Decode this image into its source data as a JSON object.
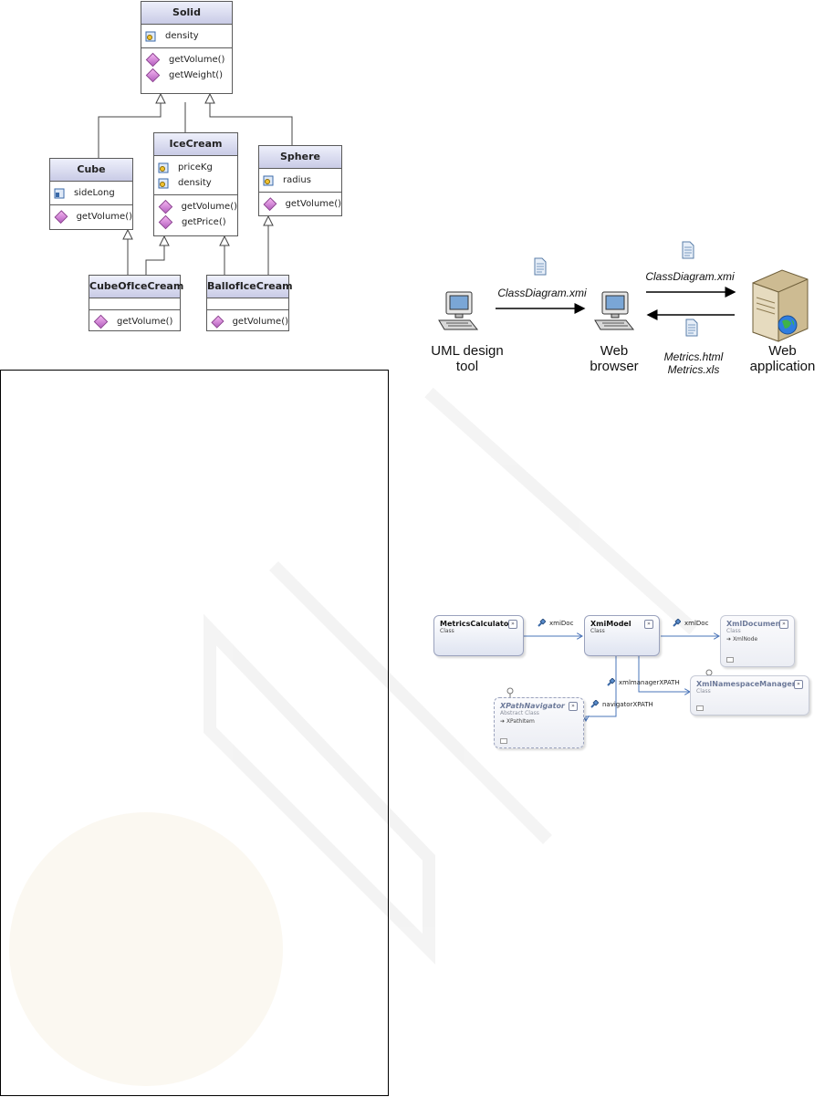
{
  "uml_diagram": {
    "solid": {
      "name": "Solid",
      "attributes": [
        "density"
      ],
      "operations": [
        "getVolume()",
        "getWeight()"
      ]
    },
    "cube": {
      "name": "Cube",
      "attributes": [
        "sideLong"
      ],
      "operations": [
        "getVolume()"
      ]
    },
    "icecream": {
      "name": "IceCream",
      "attributes": [
        "priceKg",
        "density"
      ],
      "operations": [
        "getVolume()",
        "getPrice()"
      ]
    },
    "sphere": {
      "name": "Sphere",
      "attributes": [
        "radius"
      ],
      "operations": [
        "getVolume()"
      ]
    },
    "cubeoficecream": {
      "name": "CubeOfIceCream",
      "operations": [
        "getVolume()"
      ]
    },
    "balloficecream": {
      "name": "BallofIceCream",
      "operations": [
        "getVolume()"
      ]
    }
  },
  "architecture": {
    "uml_tool_line1": "UML design",
    "uml_tool_line2": "tool",
    "browser_line1": "Web",
    "browser_line2": "browser",
    "app_line1": "Web",
    "app_line2": "application",
    "file_to_browser": "ClassDiagram.xmi",
    "file_to_app": "ClassDiagram.xmi",
    "result_line1": "Metrics.html",
    "result_line2": "Metrics.xls"
  },
  "class_model": {
    "metrics_calculator": {
      "name": "MetricsCalculator",
      "stereotype": "Class"
    },
    "xmi_model": {
      "name": "XmiModel",
      "stereotype": "Class"
    },
    "xml_document": {
      "name": "XmlDocument",
      "stereotype": "Class",
      "base": "XmlNode"
    },
    "xml_namespace_manager": {
      "name": "XmlNamespaceManager",
      "stereotype": "Class"
    },
    "xpath_navigator": {
      "name": "XPathNavigator",
      "stereotype": "Abstract Class",
      "base": "XPathItem"
    },
    "assoc_xmidoc_1": "xmiDoc",
    "assoc_xmidoc_2": "xmlDoc",
    "assoc_manager": "xmlmanagerXPATH",
    "assoc_navigator": "navigatorXPATH"
  },
  "colors": {
    "uml_header": "#c9cbe6",
    "operation_icon": "#c77cc9",
    "vs_border": "#9aa2bd"
  }
}
